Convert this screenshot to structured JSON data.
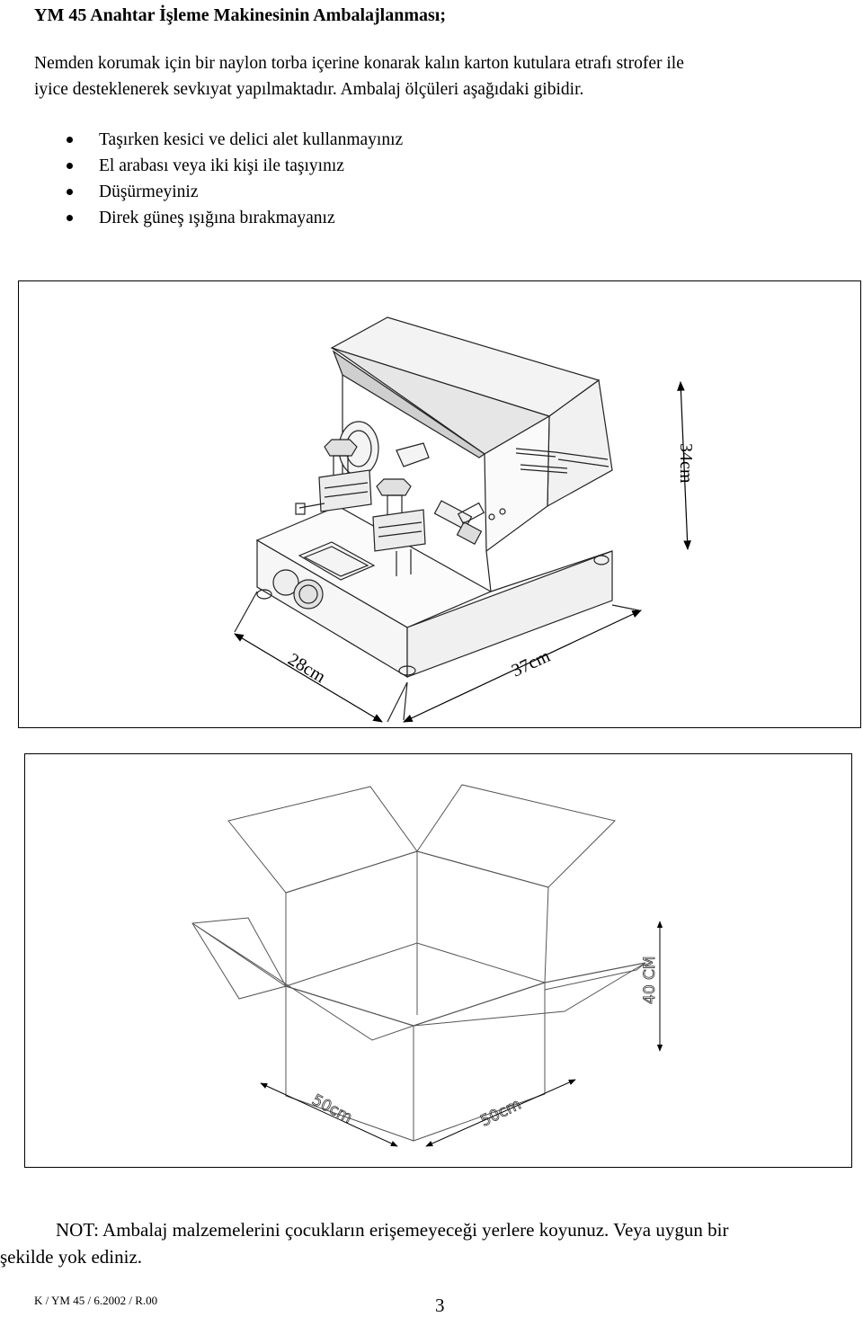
{
  "heading": "YM 45  Anahtar İşleme Makinesinin Ambalajlanması;",
  "intro_line1": "Nemden korumak için bir naylon torba içerine konarak kalın karton kutulara etrafı strofer ile",
  "intro_line2": "iyice desteklenerek sevkıyat yapılmaktadır. Ambalaj ölçüleri aşağıdaki gibidir.",
  "bullets": [
    "Taşırken kesici ve delici alet  kullanmayınız",
    "El arabası veya iki kişi ile taşıyınız",
    "Düşürmeyiniz",
    "Direk güneş ışığına bırakmayanız"
  ],
  "machine_figure": {
    "height_label": "34cm",
    "depth_label": "28cm",
    "width_label": "37cm"
  },
  "box_figure": {
    "height_label": "40 CM",
    "depth_label": "50cm",
    "width_label": "50cm"
  },
  "note_line1": "NOT: Ambalaj malzemelerini çocukların erişemeyeceği yerlere koyunuz. Veya  uygun bir",
  "note_line2": "şekilde yok ediniz.",
  "footer_code": "K / YM 45 / 6.2002 / R.00",
  "page_number": "3"
}
